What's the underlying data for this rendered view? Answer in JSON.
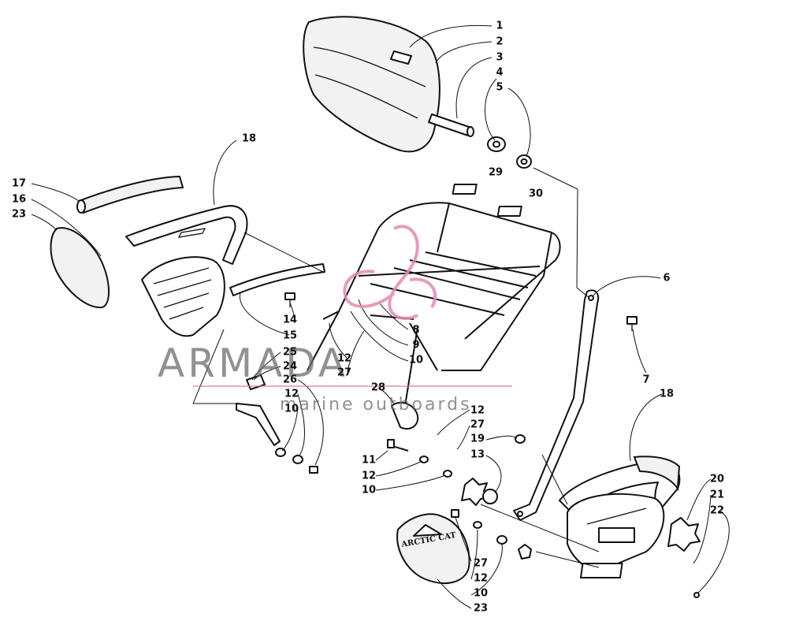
{
  "diagram": {
    "callouts": [
      {
        "id": "c1",
        "label": "1"
      },
      {
        "id": "c2",
        "label": "2"
      },
      {
        "id": "c3",
        "label": "3"
      },
      {
        "id": "c4",
        "label": "4"
      },
      {
        "id": "c5",
        "label": "5"
      },
      {
        "id": "c6",
        "label": "6"
      },
      {
        "id": "c7",
        "label": "7"
      },
      {
        "id": "c8",
        "label": "8"
      },
      {
        "id": "c9",
        "label": "9"
      },
      {
        "id": "c10a",
        "label": "10"
      },
      {
        "id": "c10b",
        "label": "10"
      },
      {
        "id": "c10c",
        "label": "10"
      },
      {
        "id": "c10d",
        "label": "10"
      },
      {
        "id": "c11",
        "label": "11"
      },
      {
        "id": "c12a",
        "label": "12"
      },
      {
        "id": "c12b",
        "label": "12"
      },
      {
        "id": "c12c",
        "label": "12"
      },
      {
        "id": "c12d",
        "label": "12"
      },
      {
        "id": "c12e",
        "label": "12"
      },
      {
        "id": "c13",
        "label": "13"
      },
      {
        "id": "c14",
        "label": "14"
      },
      {
        "id": "c15",
        "label": "15"
      },
      {
        "id": "c16",
        "label": "16"
      },
      {
        "id": "c17",
        "label": "17"
      },
      {
        "id": "c18a",
        "label": "18"
      },
      {
        "id": "c18b",
        "label": "18"
      },
      {
        "id": "c19",
        "label": "19"
      },
      {
        "id": "c20",
        "label": "20"
      },
      {
        "id": "c21",
        "label": "21"
      },
      {
        "id": "c22",
        "label": "22"
      },
      {
        "id": "c23a",
        "label": "23"
      },
      {
        "id": "c23b",
        "label": "23"
      },
      {
        "id": "c24",
        "label": "24"
      },
      {
        "id": "c25",
        "label": "25"
      },
      {
        "id": "c26",
        "label": "26"
      },
      {
        "id": "c27a",
        "label": "27"
      },
      {
        "id": "c27b",
        "label": "27"
      },
      {
        "id": "c27c",
        "label": "27"
      },
      {
        "id": "c28",
        "label": "28"
      },
      {
        "id": "c29",
        "label": "29"
      },
      {
        "id": "c30",
        "label": "30"
      }
    ],
    "pad_logo_text": "ARCTIC CAT"
  },
  "watermark": {
    "title": "ARMADA",
    "subtitle": "marine outboards",
    "accent_color": "#e58ab0"
  }
}
